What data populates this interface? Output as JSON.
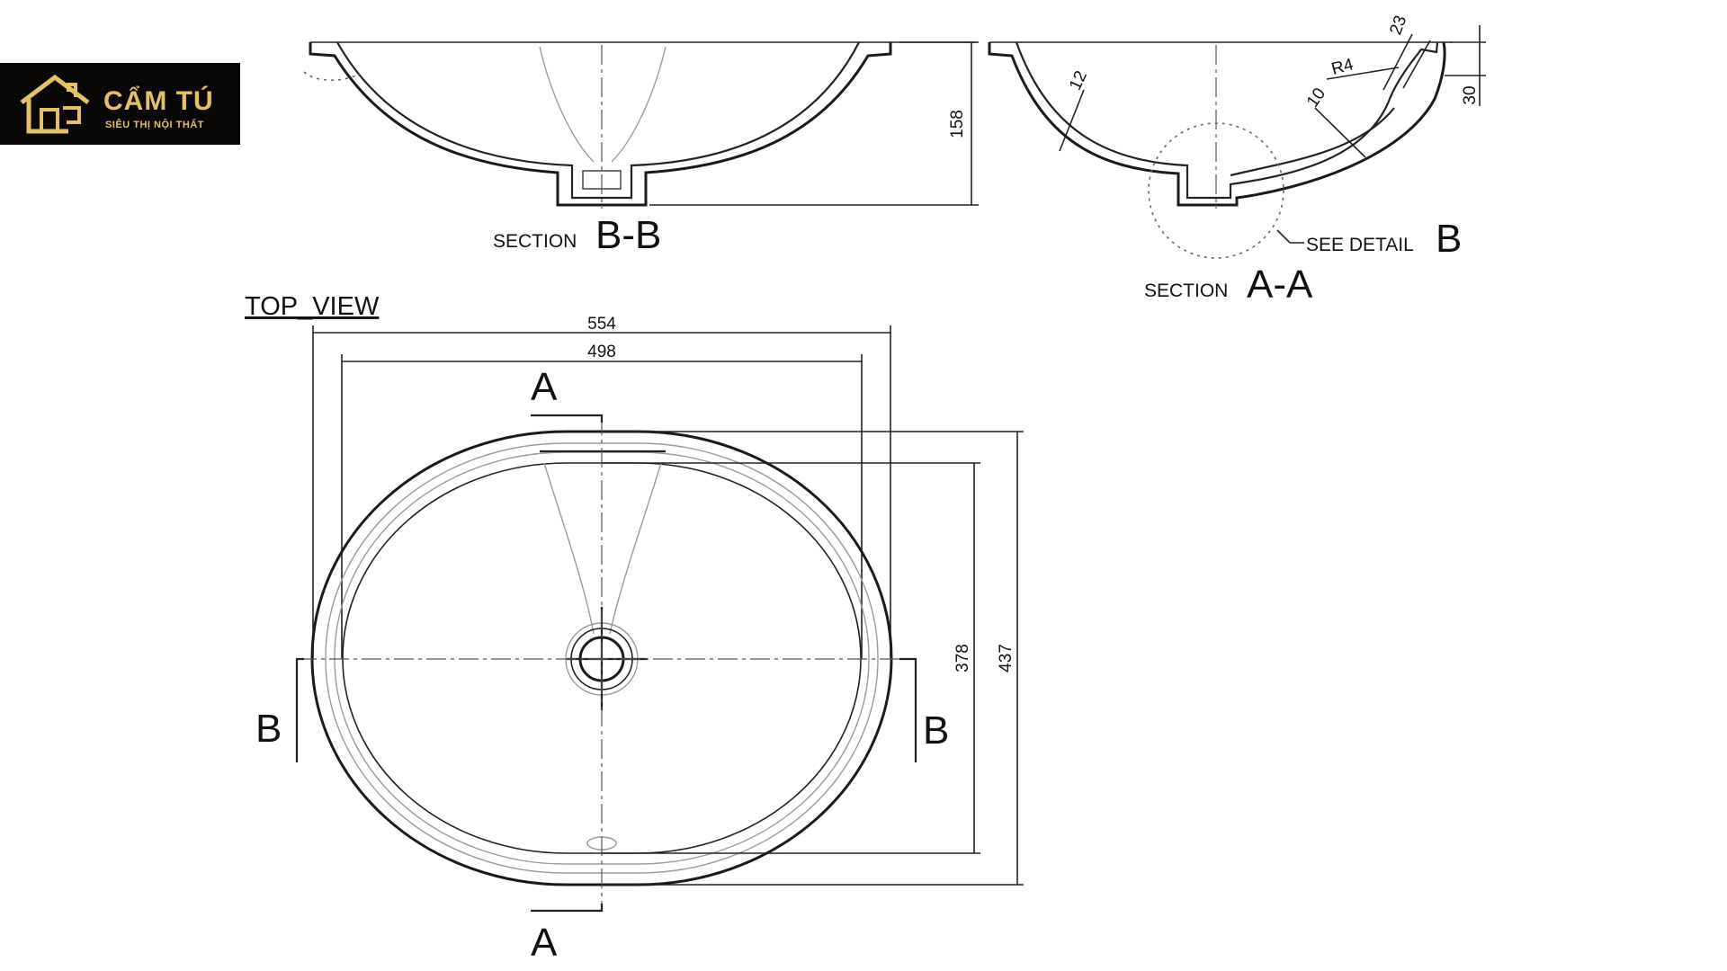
{
  "logo": {
    "name": "CẨM TÚ",
    "tagline": "SIÊU THỊ NỘI THẤT",
    "gold_color": "#e4c166",
    "background_color": "#0a0806"
  },
  "section_bb": {
    "prefix": "SECTION",
    "label": "B-B",
    "height_dim": "158"
  },
  "section_aa": {
    "prefix": "SECTION",
    "label": "A-A",
    "thickness_dim": "12",
    "wall_dim": "10",
    "radius_dim": "R4",
    "lip_dim": "23",
    "rim_dim": "30",
    "detail_note": "SEE DETAIL",
    "detail_letter": "B"
  },
  "top_view": {
    "title": "TOP_VIEW",
    "outer_width_dim": "554",
    "inner_width_dim": "498",
    "inner_depth_dim": "378",
    "outer_depth_dim": "437",
    "cut_a_top": "A",
    "cut_a_bottom": "A",
    "cut_b_left": "B",
    "cut_b_right": "B"
  }
}
